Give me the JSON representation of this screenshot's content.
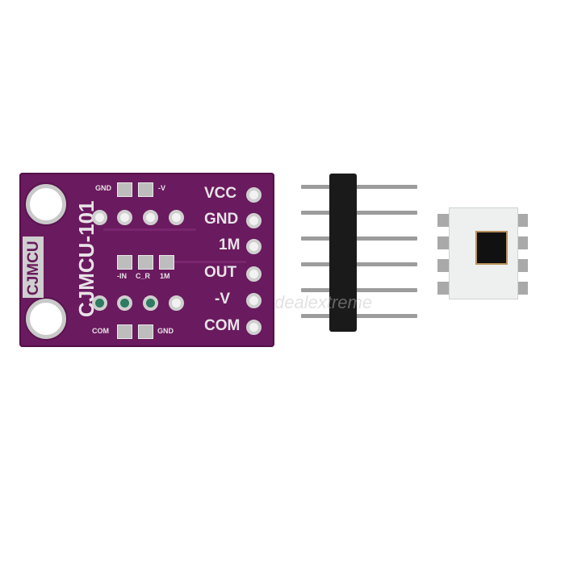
{
  "image": {
    "description": "CJMCU-101 photodiode amplifier breakout board with a 6-pin male header and an optical sensor chip",
    "board": {
      "model_label": "CJMCU-101",
      "brand_label": "CJMCU",
      "color": "#6a1a5e",
      "side_pins": [
        "VCC",
        "GND",
        "1M",
        "OUT",
        "-V",
        "COM"
      ],
      "top_pad_labels": [
        "GND",
        "-V"
      ],
      "middle_pad_labels": [
        "-IN",
        "C_R",
        "1M"
      ],
      "bottom_pad_labels": [
        "COM",
        "GND"
      ]
    },
    "pin_header": {
      "pin_count": 6
    },
    "sensor_chip": {
      "lead_count": 8
    },
    "watermark": "dealextreme"
  }
}
